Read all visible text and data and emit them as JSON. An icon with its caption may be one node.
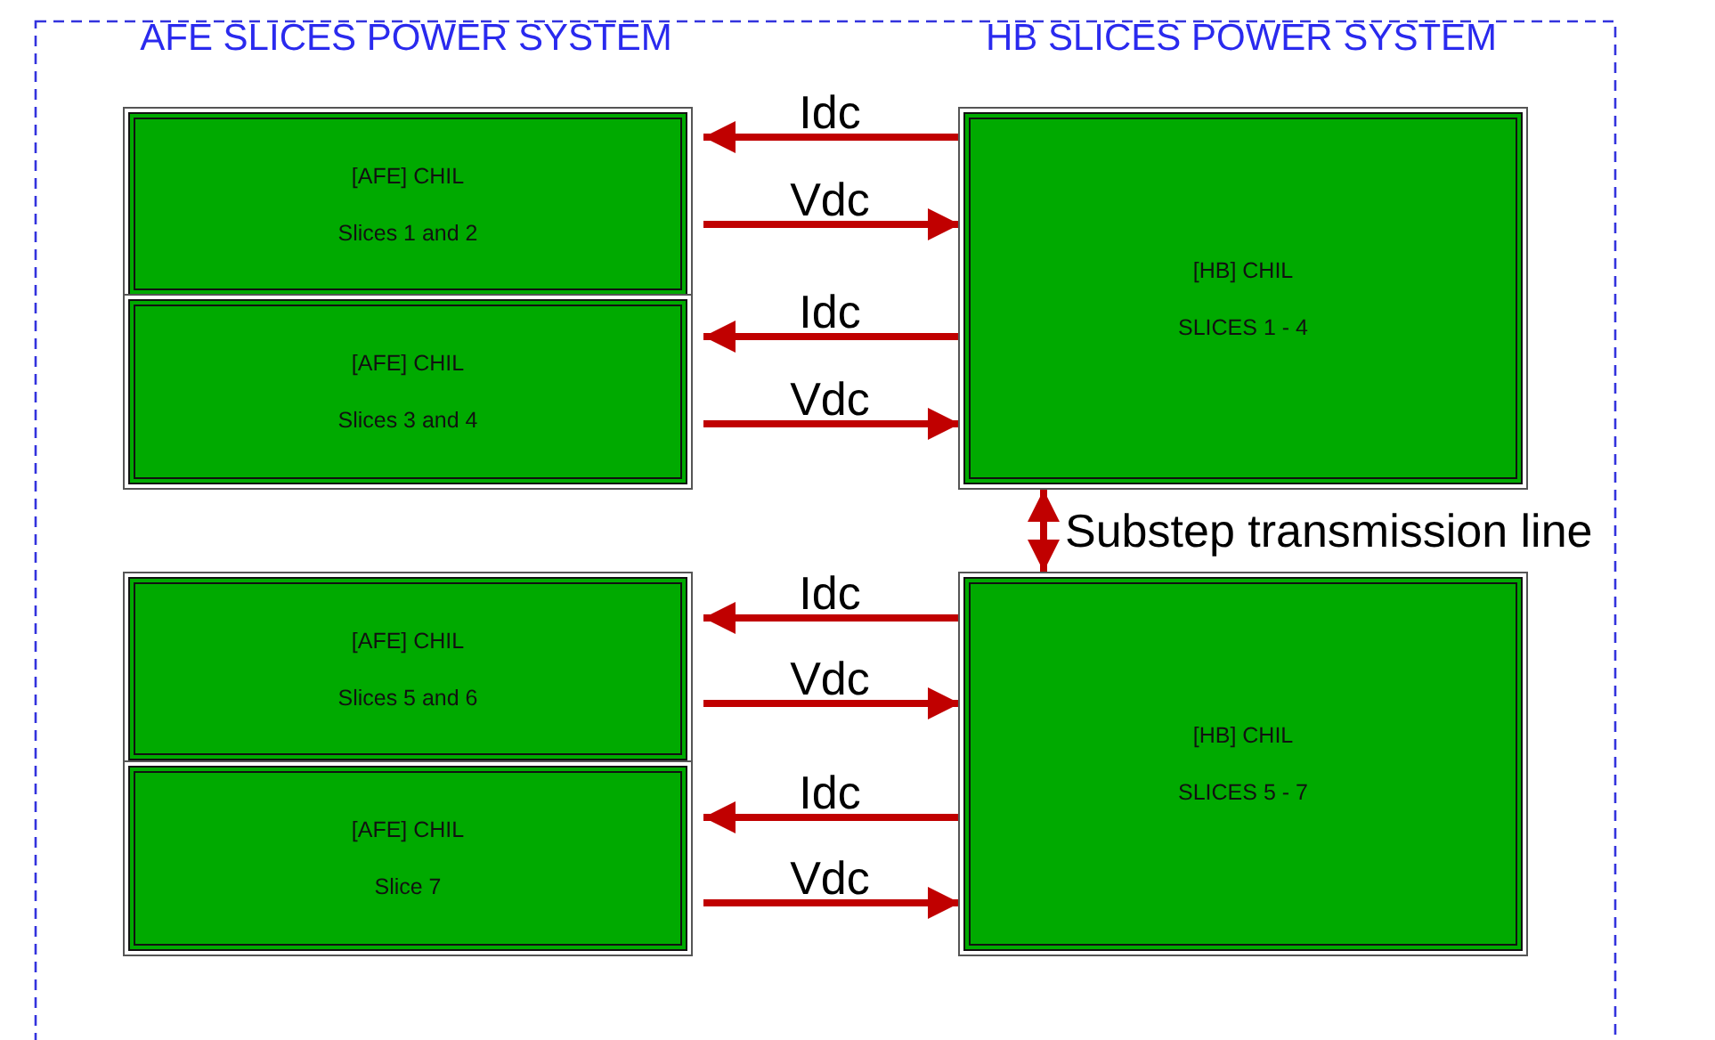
{
  "diagram": {
    "nodes": [
      {
        "text": [
          "[AFE] CHIL",
          "Slices 1 and 2"
        ]
      },
      {
        "text": [
          "[HB] CHIL",
          "SLICES 1 - 4"
        ]
      },
      {
        "text": [
          "[AFE] CHIL",
          "Slices 3 and 4"
        ]
      },
      {
        "text": [
          "[AFE] CHIL",
          "Slices 5 and 6"
        ]
      },
      {
        "text": [
          "[HB] CHIL",
          "SLICES 5 - 7"
        ]
      },
      {
        "text": [
          "[AFE] CHIL",
          "Slice 7"
        ]
      }
    ],
    "edges": [
      {
        "from": 1,
        "to": 0,
        "arrow": "to",
        "label": "Idc"
      },
      {
        "from": 0,
        "to": 1,
        "arrow": "to",
        "label": "Vdc"
      },
      {
        "from": 1,
        "to": 2,
        "arrow": "to",
        "label": "Idc"
      },
      {
        "from": 2,
        "to": 1,
        "arrow": "to",
        "label": "Vdc"
      },
      {
        "from": 1,
        "to": 4,
        "arrow": "both",
        "label": "Substep transmission line"
      },
      {
        "from": 4,
        "to": 3,
        "arrow": "to",
        "label": "Idc"
      },
      {
        "from": 3,
        "to": 4,
        "arrow": "to",
        "label": "Vdc"
      },
      {
        "from": 4,
        "to": 5,
        "arrow": "to",
        "label": "Idc"
      },
      {
        "from": 5,
        "to": 4,
        "arrow": "to",
        "label": "Vdc"
      }
    ],
    "labels": [
      "AFE SLICES POWER SYSTEM",
      "HB SLICES POWER SYSTEM"
    ]
  }
}
